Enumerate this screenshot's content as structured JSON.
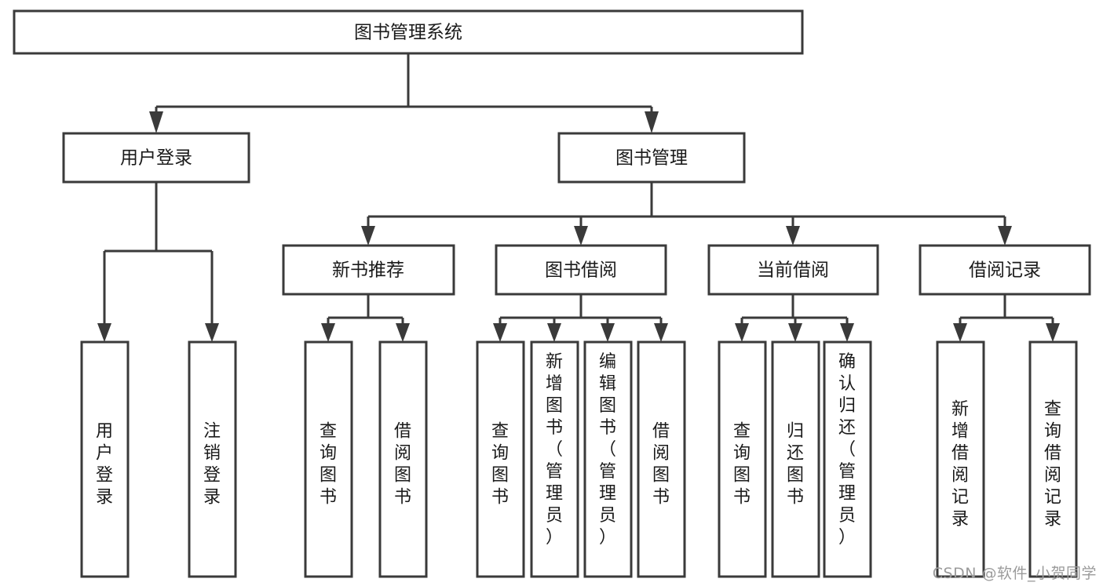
{
  "diagram": {
    "title": "图书管理系统",
    "watermark": "CSDN @软件_小贺同学",
    "colors": {
      "stroke": "#3a3a3a",
      "fill": "#ffffff",
      "text": "#1a1a1a",
      "watermark": "#9b9b9b",
      "background": "#ffffff"
    },
    "root": {
      "label": "图书管理系统"
    },
    "level2": [
      {
        "label": "用户登录"
      },
      {
        "label": "图书管理"
      }
    ],
    "level3": [
      {
        "label": "新书推荐"
      },
      {
        "label": "图书借阅"
      },
      {
        "label": "当前借阅"
      },
      {
        "label": "借阅记录"
      }
    ],
    "leaves": {
      "user_login": [
        {
          "label": "用户登录"
        },
        {
          "label": "注销登录"
        }
      ],
      "new_book_recommend": [
        {
          "label": "查询图书"
        },
        {
          "label": "借阅图书"
        }
      ],
      "book_borrow": [
        {
          "label": "查询图书"
        },
        {
          "label": "新增图书（管理员）"
        },
        {
          "label": "编辑图书（管理员）"
        },
        {
          "label": "借阅图书"
        }
      ],
      "current_borrow": [
        {
          "label": "查询图书"
        },
        {
          "label": "归还图书"
        },
        {
          "label": "确认归还（管理员）"
        }
      ],
      "borrow_record": [
        {
          "label": "新增借阅记录"
        },
        {
          "label": "查询借阅记录"
        }
      ]
    }
  }
}
